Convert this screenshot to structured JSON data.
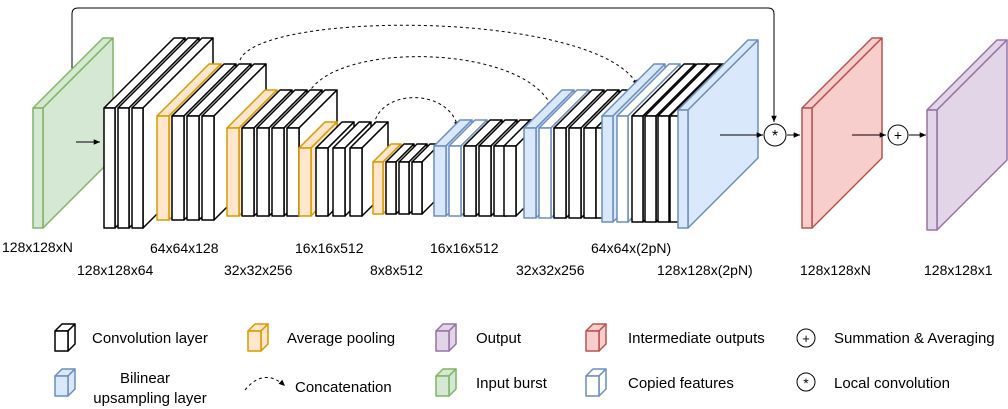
{
  "colors": {
    "conv_fill": "#ffffff",
    "conv_stroke": "#000000",
    "pool_fill": "#ffe6cc",
    "pool_stroke": "#d79b00",
    "up_fill": "#dae8fc",
    "up_stroke": "#6c8ebf",
    "copy_fill": "#ffffff",
    "copy_stroke": "#6c8ebf",
    "input_fill": "#d5e8d4",
    "input_stroke": "#82b366",
    "inter_fill": "#f8cecc",
    "inter_stroke": "#b85450",
    "output_fill": "#e1d5e7",
    "output_stroke": "#9673a6"
  },
  "dims": {
    "input": "128x128xN",
    "enc1": "128x128x64",
    "enc2": "64x64x128",
    "enc3": "32x32x256",
    "enc4": "16x16x512",
    "bottleneck": "8x8x512",
    "dec4": "16x16x512",
    "dec3": "32x32x256",
    "dec2": "64x64x(2pN)",
    "dec1": "128x128x(2pN)",
    "intermediate": "128x128xN",
    "output": "128x128x1"
  },
  "operators": {
    "local_conv": "*",
    "summation": "+"
  },
  "legend": {
    "conv": "Convolution layer",
    "pool": "Average pooling",
    "output": "Output",
    "intermediate": "Intermediate outputs",
    "summation": "Summation & Averaging",
    "bilinear_line1": "Bilinear",
    "bilinear_line2": "upsampling layer",
    "concatenation": "Concatenation",
    "input_burst": "Input burst",
    "copied": "Copied features",
    "local_conv": "Local convolution"
  }
}
